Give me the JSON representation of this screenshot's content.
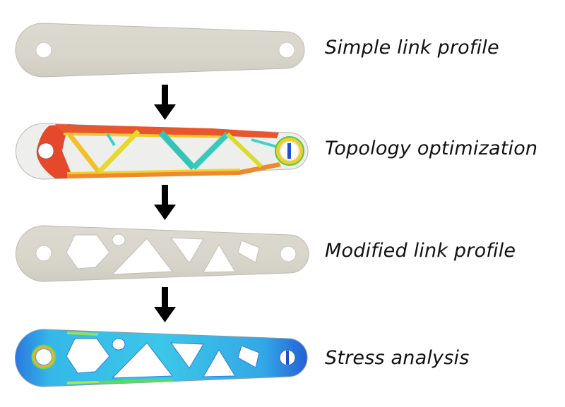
{
  "title": "Link design workflow",
  "steps": [
    {
      "id": "simple",
      "label": "Simple link profile",
      "style": "plain"
    },
    {
      "id": "topology",
      "label": "Topology optimization",
      "style": "topology-heatmap"
    },
    {
      "id": "modified",
      "label": "Modified link profile",
      "style": "plain-with-cutouts"
    },
    {
      "id": "stress",
      "label": "Stress analysis",
      "style": "stress-heatmap"
    }
  ],
  "arrows": [
    {
      "from": "simple",
      "to": "topology",
      "icon": "arrow-down-icon"
    },
    {
      "from": "topology",
      "to": "modified",
      "icon": "arrow-down-icon"
    },
    {
      "from": "modified",
      "to": "stress",
      "icon": "arrow-down-icon"
    }
  ],
  "colors": {
    "part_fill": "#d9d7cd",
    "part_edge": "#b8b6ac",
    "heat_high": "#e8402a",
    "heat_mid": "#f2d22a",
    "heat_low_green": "#4fd85a",
    "heat_cyan": "#36d6c8",
    "stress_base": "#2fb6e6",
    "stress_low": "#1f5ad8",
    "arrow": "#000000"
  }
}
